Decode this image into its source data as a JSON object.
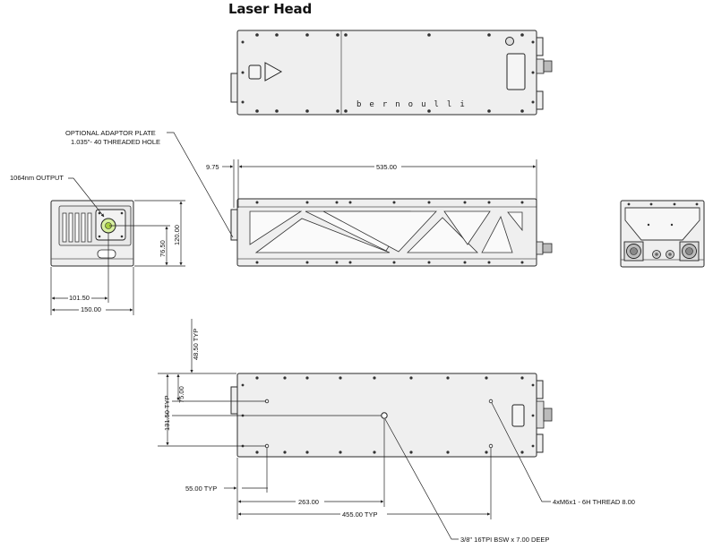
{
  "title": "Laser Head",
  "brand": "bernoulli",
  "labels": {
    "adaptor_line1": "OPTIONAL ADAPTOR PLATE",
    "adaptor_line2": "1.035\"- 40 THREADED HOLE",
    "output": "1064nm OUTPUT",
    "thread": "4xM6x1 - 6H THREAD 8.00",
    "mount_hole": "3/8\" 16TPI BSW x 7.00 DEEP"
  },
  "dimensions": {
    "offset_9_75": "9.75",
    "length_535": "535.00",
    "height_120": "120.00",
    "height_76_5": "76.50",
    "width_101_5": "101.50",
    "width_150": "150.00",
    "typ_48_5": "48.50 TYP",
    "typ_75": "75.00",
    "typ_131_5": "131.50 TYP",
    "typ_55": "55.00 TYP",
    "dist_263": "263.00",
    "typ_455": "455.00 TYP"
  }
}
